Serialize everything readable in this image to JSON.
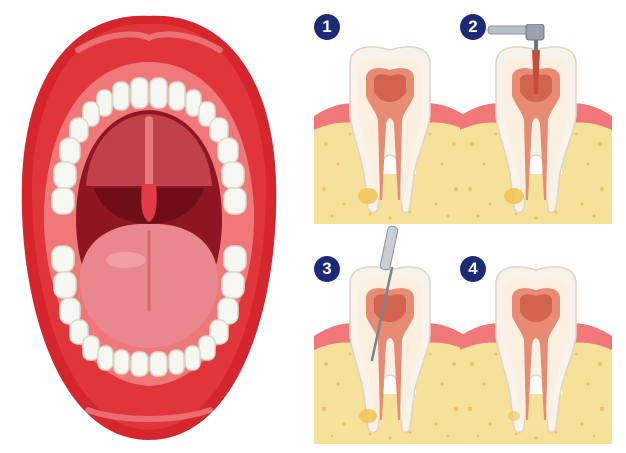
{
  "steps": [
    {
      "number": "1",
      "tool": "none"
    },
    {
      "number": "2",
      "tool": "dental-drill"
    },
    {
      "number": "3",
      "tool": "root-canal-file"
    },
    {
      "number": "4",
      "tool": "none"
    }
  ],
  "colors": {
    "badge": "#1d2a78",
    "lip": "#d4262c",
    "gum": "#f07878",
    "tongue": "#e9878e",
    "throat": "#6e0f17",
    "bone": "#f5e19a",
    "pulp": "#e88b74",
    "enamel": "#f7f2ea"
  }
}
